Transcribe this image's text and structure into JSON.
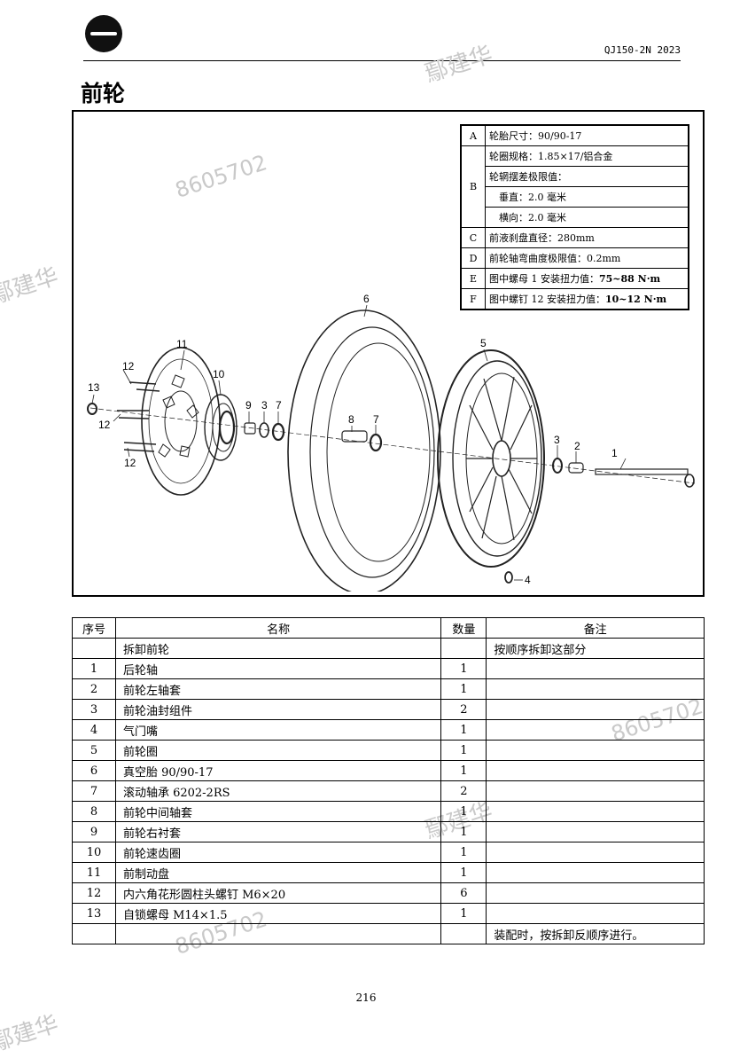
{
  "header": {
    "model": "QJ150-2N 2023",
    "page_title": "前轮"
  },
  "watermarks": {
    "name": "鄢建华",
    "number": "8605702"
  },
  "spec_table": {
    "rows": [
      {
        "key": "A",
        "text": "轮胎尺寸：90/90-17"
      },
      {
        "key": "B",
        "text": "轮圈规格：1.85×17/铝合金"
      },
      {
        "key": "",
        "text": "轮辋摆差极限值："
      },
      {
        "key": "",
        "text": "垂直：2.0 毫米"
      },
      {
        "key": "",
        "text": "横向：2.0 毫米"
      },
      {
        "key": "C",
        "text": "前液刹盘直径：280mm"
      },
      {
        "key": "D",
        "text": "前轮轴弯曲度极限值：0.2mm"
      },
      {
        "key": "E",
        "text_prefix": "图中螺母 1 安装扭力值：",
        "text_bold": "75~88 N·m"
      },
      {
        "key": "F",
        "text_prefix": "图中螺钉 12 安装扭力值：",
        "text_bold": "10~12 N·m"
      }
    ]
  },
  "diagram": {
    "callouts": [
      "1",
      "2",
      "3",
      "3",
      "4",
      "5",
      "6",
      "7",
      "7",
      "8",
      "9",
      "10",
      "11",
      "12",
      "12",
      "12",
      "13"
    ]
  },
  "parts_table": {
    "headers": {
      "no": "序号",
      "name": "名称",
      "qty": "数量",
      "note": "备注"
    },
    "rows": [
      {
        "no": "",
        "name": "拆卸前轮",
        "qty": "",
        "note": "按顺序拆卸这部分"
      },
      {
        "no": "1",
        "name": "后轮轴",
        "qty": "1",
        "note": ""
      },
      {
        "no": "2",
        "name": "前轮左轴套",
        "qty": "1",
        "note": ""
      },
      {
        "no": "3",
        "name": "前轮油封组件",
        "qty": "2",
        "note": ""
      },
      {
        "no": "4",
        "name": "气门嘴",
        "qty": "1",
        "note": ""
      },
      {
        "no": "5",
        "name": "前轮圈",
        "qty": "1",
        "note": ""
      },
      {
        "no": "6",
        "name": "真空胎 90/90-17",
        "qty": "1",
        "note": ""
      },
      {
        "no": "7",
        "name": "滚动轴承 6202-2RS",
        "qty": "2",
        "note": ""
      },
      {
        "no": "8",
        "name": "前轮中间轴套",
        "qty": "1",
        "note": ""
      },
      {
        "no": "9",
        "name": "前轮右衬套",
        "qty": "1",
        "note": ""
      },
      {
        "no": "10",
        "name": "前轮速齿圈",
        "qty": "1",
        "note": ""
      },
      {
        "no": "11",
        "name": "前制动盘",
        "qty": "1",
        "note": ""
      },
      {
        "no": "12",
        "name": "内六角花形圆柱头螺钉 M6×20",
        "qty": "6",
        "note": ""
      },
      {
        "no": "13",
        "name": "自锁螺母 M14×1.5",
        "qty": "1",
        "note": ""
      },
      {
        "no": "",
        "name": "",
        "qty": "",
        "note": "装配时，按拆卸反顺序进行。"
      }
    ]
  },
  "footer": {
    "page_number": "216"
  }
}
